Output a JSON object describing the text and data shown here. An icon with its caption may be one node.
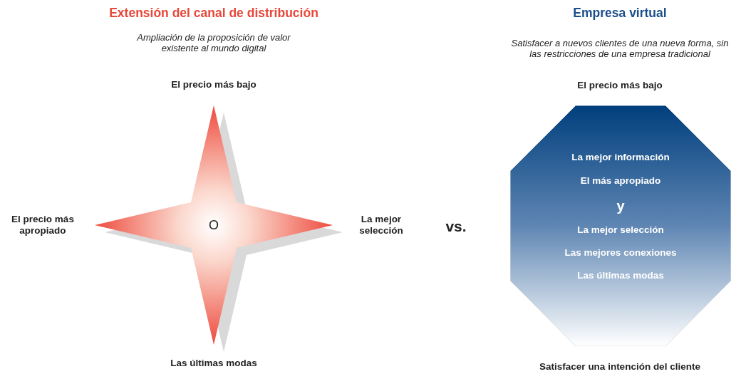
{
  "diagram": {
    "nodes": [
      {
        "text": [
          "O"
        ],
        "beside": [
          "El precio más bajo",
          "El precio más apropiado",
          "La mejor selección",
          "Las últimas modas"
        ]
      },
      {
        "text": [
          "La mejor información",
          "El más apropiado",
          "y",
          "La mejor selección",
          "Las mejores conexiones",
          "Las últimas modas"
        ],
        "beside": [
          "El precio más bajo",
          "Satisfacer una intención del cliente"
        ]
      }
    ],
    "labels": [
      "Extensión del canal de distribución",
      "Ampliación de la proposición de valor existente al mundo digital",
      "vs.",
      "Empresa virtual",
      "Satisfacer a nuevos clientes de una nueva forma, sin las restricciones de una empresa tradicional"
    ]
  }
}
